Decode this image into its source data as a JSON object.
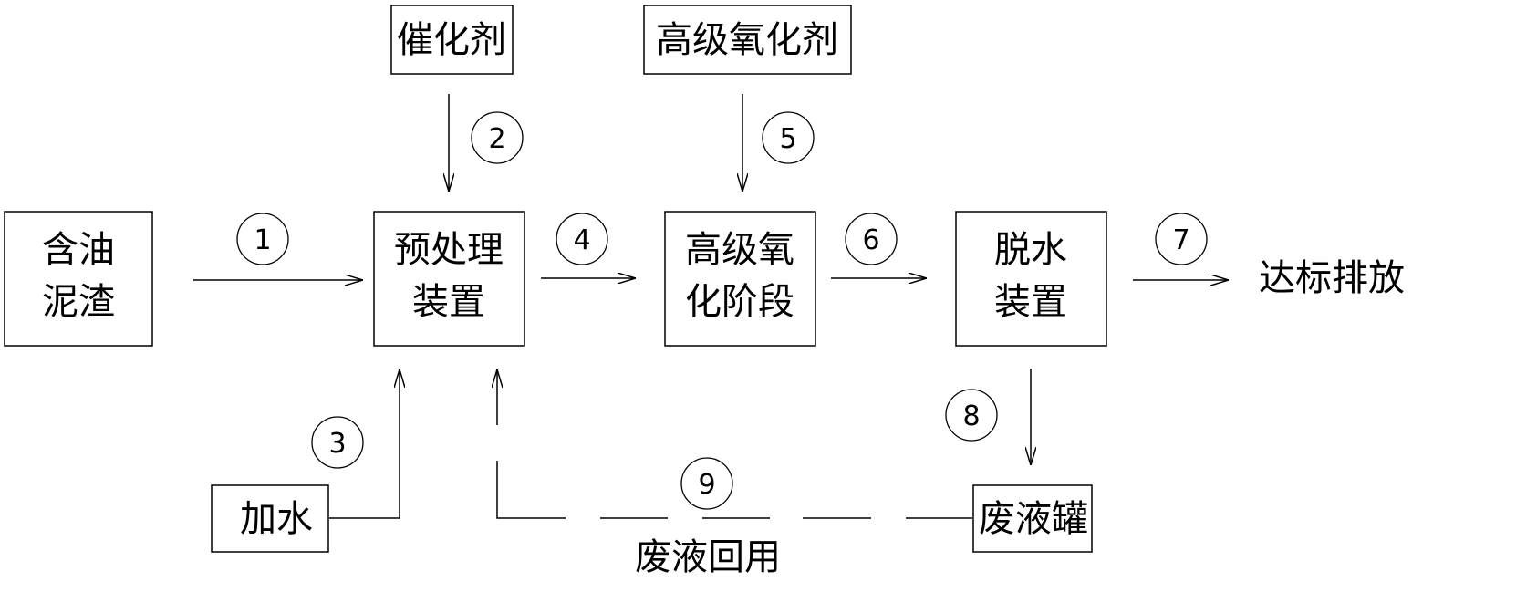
{
  "boxes": {
    "sludge": [
      "含油",
      "泥渣"
    ],
    "pretreat": [
      "预处理",
      "装置"
    ],
    "aop": [
      "高级氧",
      "化阶段"
    ],
    "dewater": [
      "脱水",
      "装置"
    ],
    "catalyst": "催化剂",
    "oxidant": "高级氧化剂",
    "water": "加水",
    "tank": "废液罐"
  },
  "labels": {
    "discharge": "达标排放",
    "recycle": "废液回用"
  },
  "steps": [
    "1",
    "2",
    "3",
    "4",
    "5",
    "6",
    "7",
    "8",
    "9"
  ]
}
